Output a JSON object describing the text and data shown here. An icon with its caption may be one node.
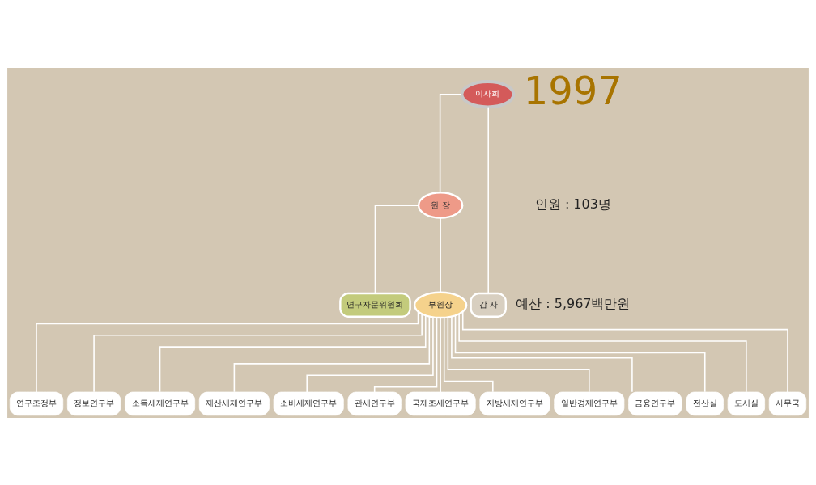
{
  "diagram": {
    "nodes": [
      {
        "text": [
          "이사회"
        ]
      },
      {
        "text": [
          "원 장"
        ]
      },
      {
        "text": [
          "연구자문위원회"
        ]
      },
      {
        "text": [
          "감 사"
        ]
      },
      {
        "text": [
          "부원장"
        ]
      },
      {
        "text": [
          "연구조정부"
        ]
      },
      {
        "text": [
          "정보연구부"
        ]
      },
      {
        "text": [
          "소득세제연구부"
        ]
      },
      {
        "text": [
          "재산세제연구부"
        ]
      },
      {
        "text": [
          "소비세제연구부"
        ]
      },
      {
        "text": [
          "관세연구부"
        ]
      },
      {
        "text": [
          "국제조세연구부"
        ]
      },
      {
        "text": [
          "지방세제연구부"
        ]
      },
      {
        "text": [
          "일반경제연구부"
        ]
      },
      {
        "text": [
          "금융연구부"
        ]
      },
      {
        "text": [
          "전산실"
        ]
      },
      {
        "text": [
          "도서실"
        ]
      },
      {
        "text": [
          "사무국"
        ]
      }
    ],
    "edges": [
      {
        "from": 0,
        "to": 1,
        "arrow": "none"
      },
      {
        "from": 0,
        "to": 3,
        "arrow": "none"
      },
      {
        "from": 1,
        "to": 2,
        "arrow": "none"
      },
      {
        "from": 1,
        "to": 4,
        "arrow": "none"
      },
      {
        "from": 4,
        "to": 5,
        "arrow": "none"
      },
      {
        "from": 4,
        "to": 6,
        "arrow": "none"
      },
      {
        "from": 4,
        "to": 7,
        "arrow": "none"
      },
      {
        "from": 4,
        "to": 8,
        "arrow": "none"
      },
      {
        "from": 4,
        "to": 9,
        "arrow": "none"
      },
      {
        "from": 4,
        "to": 10,
        "arrow": "none"
      },
      {
        "from": 4,
        "to": 11,
        "arrow": "none"
      },
      {
        "from": 4,
        "to": 12,
        "arrow": "none"
      },
      {
        "from": 4,
        "to": 13,
        "arrow": "none"
      },
      {
        "from": 4,
        "to": 14,
        "arrow": "none"
      },
      {
        "from": 4,
        "to": 15,
        "arrow": "none"
      },
      {
        "from": 4,
        "to": 16,
        "arrow": "none"
      },
      {
        "from": 4,
        "to": 17,
        "arrow": "none"
      }
    ],
    "labels": [
      "1997",
      "인원 : 103명",
      "예산 : 5,967백만원"
    ]
  }
}
